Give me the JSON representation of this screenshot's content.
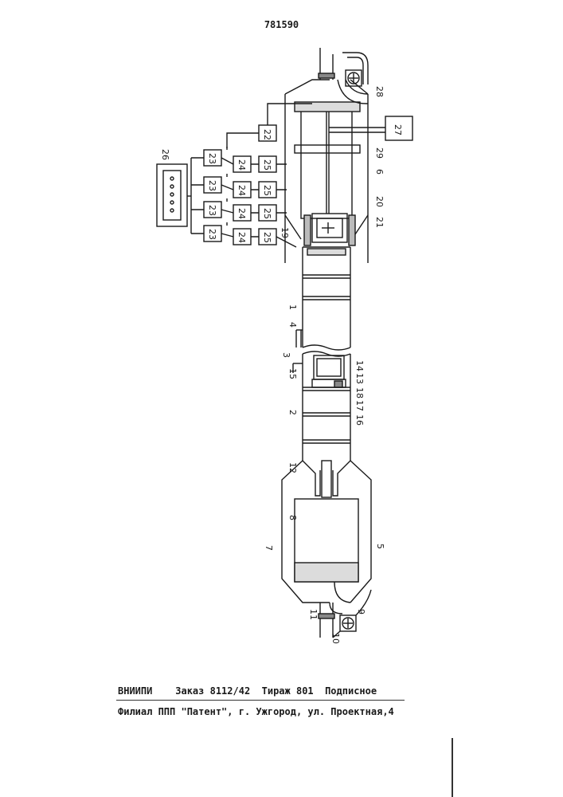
{
  "patent_number": "781590",
  "labels": {
    "l1": "1",
    "l2": "2",
    "l3": "3",
    "l4": "4",
    "l5": "5",
    "l6": "6",
    "l7": "7",
    "l8": "8",
    "l9": "9",
    "l10": "10",
    "l11": "11",
    "l12": "12",
    "l13": "13",
    "l14": "14",
    "l15": "15",
    "l16": "16",
    "l17": "17",
    "l18": "18",
    "l19": "19",
    "l20": "20",
    "l21": "21",
    "l22": "22",
    "l23": "23",
    "l24": "24",
    "l25": "25",
    "l26": "26",
    "l27": "27",
    "l28": "28",
    "l29": "29"
  },
  "footer": {
    "line1": "ВНИИПИ    Заказ 8112/42  Тираж 801  Подписное",
    "line2": "Филиал ППП \"Патент\", г. Ужгород, ул. Проектная,4"
  }
}
